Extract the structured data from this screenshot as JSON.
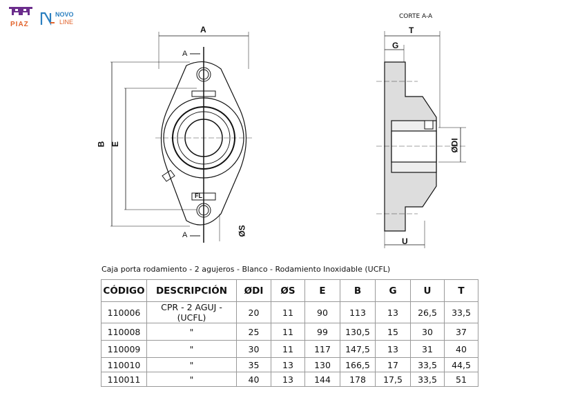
{
  "logos": {
    "piaz": "PIAZ",
    "novo": "NOVO",
    "line": "LINE"
  },
  "drawing": {
    "section_title": "CORTE A-A",
    "dim_A": "A",
    "dim_B": "B",
    "dim_E": "E",
    "dim_S": "ØS",
    "dim_DI": "ØDI",
    "dim_T": "T",
    "dim_G": "G",
    "dim_U": "U",
    "section_mark_top": "A",
    "section_mark_bottom": "A",
    "marking": "FL"
  },
  "colors": {
    "piaz": "#6b2d8c",
    "piaz_text": "#e2632b",
    "novo": "#2a7fc0",
    "line": "#e2632b"
  },
  "caption": "Caja porta rodamiento - 2 agujeros - Blanco - Rodamiento Inoxidable (UCFL)",
  "table": {
    "headers": [
      "CÓDIGO",
      "DESCRIPCIÓN",
      "ØDI",
      "ØS",
      "E",
      "B",
      "G",
      "U",
      "T"
    ],
    "rows": [
      [
        "110006",
        "CPR - 2 AGUJ - (UCFL)",
        "20",
        "11",
        "90",
        "113",
        "13",
        "26,5",
        "33,5"
      ],
      [
        "110008",
        "\"",
        "25",
        "11",
        "99",
        "130,5",
        "15",
        "30",
        "37"
      ],
      [
        "110009",
        "\"",
        "30",
        "11",
        "117",
        "147,5",
        "13",
        "31",
        "40"
      ],
      [
        "110010",
        "\"",
        "35",
        "13",
        "130",
        "166,5",
        "17",
        "33,5",
        "44,5"
      ],
      [
        "110011",
        "\"",
        "40",
        "13",
        "144",
        "178",
        "17,5",
        "33,5",
        "51"
      ]
    ]
  }
}
